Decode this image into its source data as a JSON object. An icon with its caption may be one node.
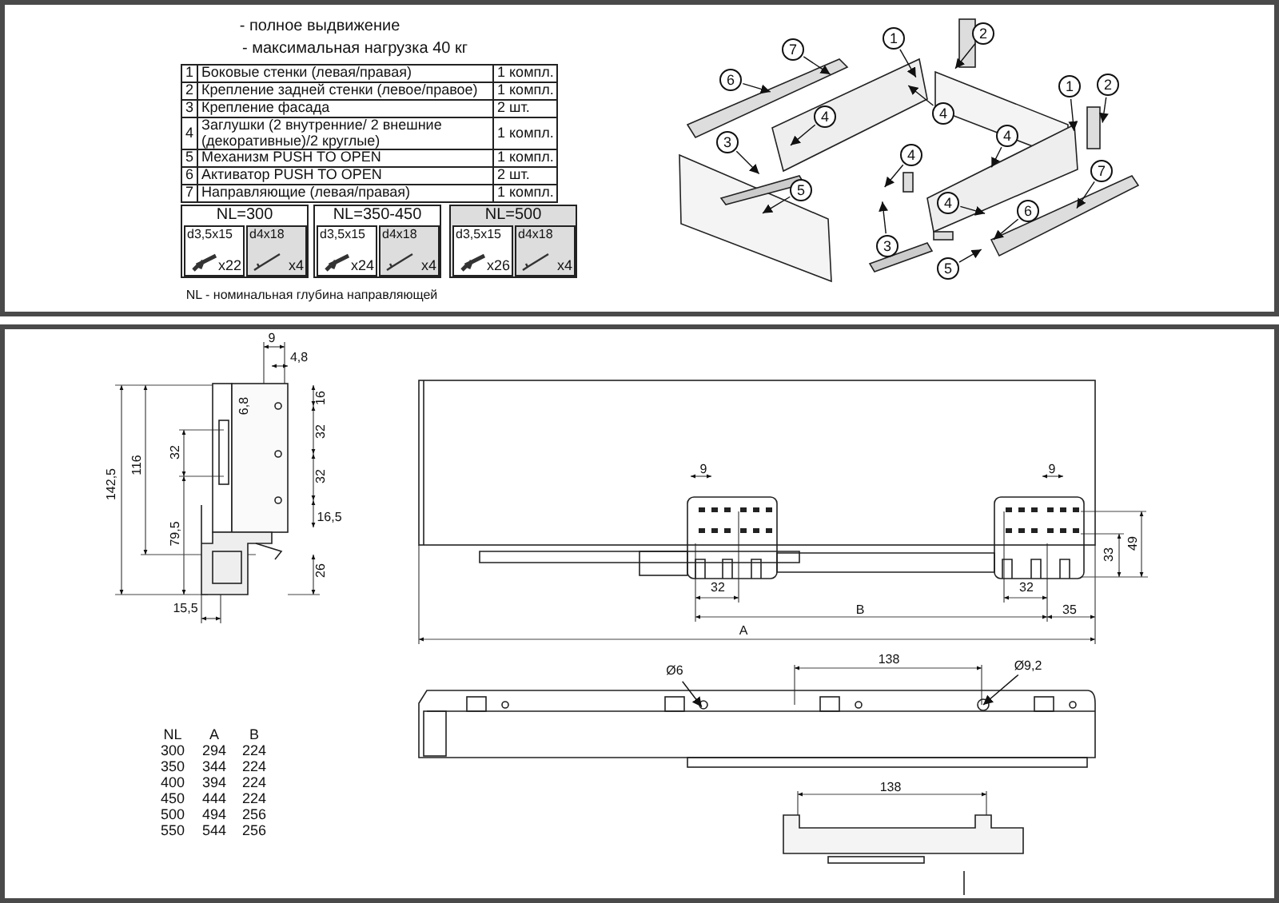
{
  "diagram": {
    "nodes": [
      {
        "text": [
          "7"
        ]
      },
      {
        "text": [
          "1"
        ]
      },
      {
        "text": [
          "2"
        ]
      },
      {
        "text": [
          "6"
        ]
      },
      {
        "text": [
          "1"
        ]
      },
      {
        "text": [
          "2"
        ]
      },
      {
        "text": [
          "4"
        ]
      },
      {
        "text": [
          "4"
        ]
      },
      {
        "text": [
          "3"
        ]
      },
      {
        "text": [
          "4"
        ]
      },
      {
        "text": [
          "5"
        ]
      },
      {
        "text": [
          "4"
        ]
      },
      {
        "text": [
          "7"
        ]
      },
      {
        "text": [
          "4"
        ]
      },
      {
        "text": [
          "6"
        ]
      },
      {
        "text": [
          "3"
        ]
      },
      {
        "text": [
          "5"
        ]
      },
      {
        "text": [
          "Ø6"
        ]
      },
      {
        "text": [
          "Ø9,2"
        ]
      }
    ],
    "edges": [
      {
        "from": 0,
        "to": null,
        "arrow": "to"
      },
      {
        "from": 1,
        "to": null,
        "arrow": "to"
      },
      {
        "from": 2,
        "to": null,
        "arrow": "to"
      },
      {
        "from": 3,
        "to": null,
        "arrow": "to"
      },
      {
        "from": 4,
        "to": null,
        "arrow": "to"
      },
      {
        "from": 5,
        "to": null,
        "arrow": "to"
      },
      {
        "from": 6,
        "to": null,
        "arrow": "to"
      },
      {
        "from": 7,
        "to": null,
        "arrow": "to"
      },
      {
        "from": 8,
        "to": null,
        "arrow": "to"
      },
      {
        "from": 9,
        "to": null,
        "arrow": "to"
      },
      {
        "from": 10,
        "to": null,
        "arrow": "to"
      },
      {
        "from": 11,
        "to": null,
        "arrow": "to"
      },
      {
        "from": 12,
        "to": null,
        "arrow": "to"
      },
      {
        "from": 13,
        "to": null,
        "arrow": "to"
      },
      {
        "from": 14,
        "to": null,
        "arrow": "to"
      },
      {
        "from": 15,
        "to": null,
        "arrow": "to"
      },
      {
        "from": 16,
        "to": null,
        "arrow": "to"
      },
      {
        "from": 17,
        "to": null,
        "arrow": "to"
      },
      {
        "from": 18,
        "to": null,
        "arrow": "to"
      }
    ],
    "labels": [
      "- полное выдвижение",
      "- максимальная нагрузка 40 кг",
      "1",
      "Боковые стенки (левая/правая)",
      "1 компл.",
      "2",
      "Крепление задней стенки (левое/правое)",
      "1 компл.",
      "3",
      "Крепление фасада",
      "2 шт.",
      "4",
      "Заглушки (2 внутренние/ 2 внешние (декоративные)/2 круглые)",
      "1 компл.",
      "5",
      "Механизм PUSH TO OPEN",
      "1 компл.",
      "6",
      "Активатор PUSH TO OPEN",
      "2 шт.",
      "7",
      "Направляющие (левая/правая)",
      "1 компл.",
      "NL=300",
      "d3,5x15",
      "d4x18",
      "x22",
      "x4",
      "NL=350-450",
      "d3,5x15",
      "d4x18",
      "x24",
      "x4",
      "NL=500",
      "d3,5x15",
      "d4x18",
      "x26",
      "x4",
      "NL - номинальная глубина направляющей",
      "9",
      "4,8",
      "16",
      "6,8",
      "32",
      "32",
      "116",
      "142,5",
      "32",
      "79,5",
      "16,5",
      "26",
      "15,5",
      "9",
      "9",
      "33",
      "49",
      "32",
      "32",
      "B",
      "35",
      "A",
      "138",
      "138",
      "NL",
      "A",
      "B",
      "300",
      "294",
      "224",
      "350",
      "344",
      "224",
      "400",
      "394",
      "224",
      "450",
      "444",
      "224",
      "500",
      "494",
      "256",
      "550",
      "544",
      "256"
    ]
  }
}
